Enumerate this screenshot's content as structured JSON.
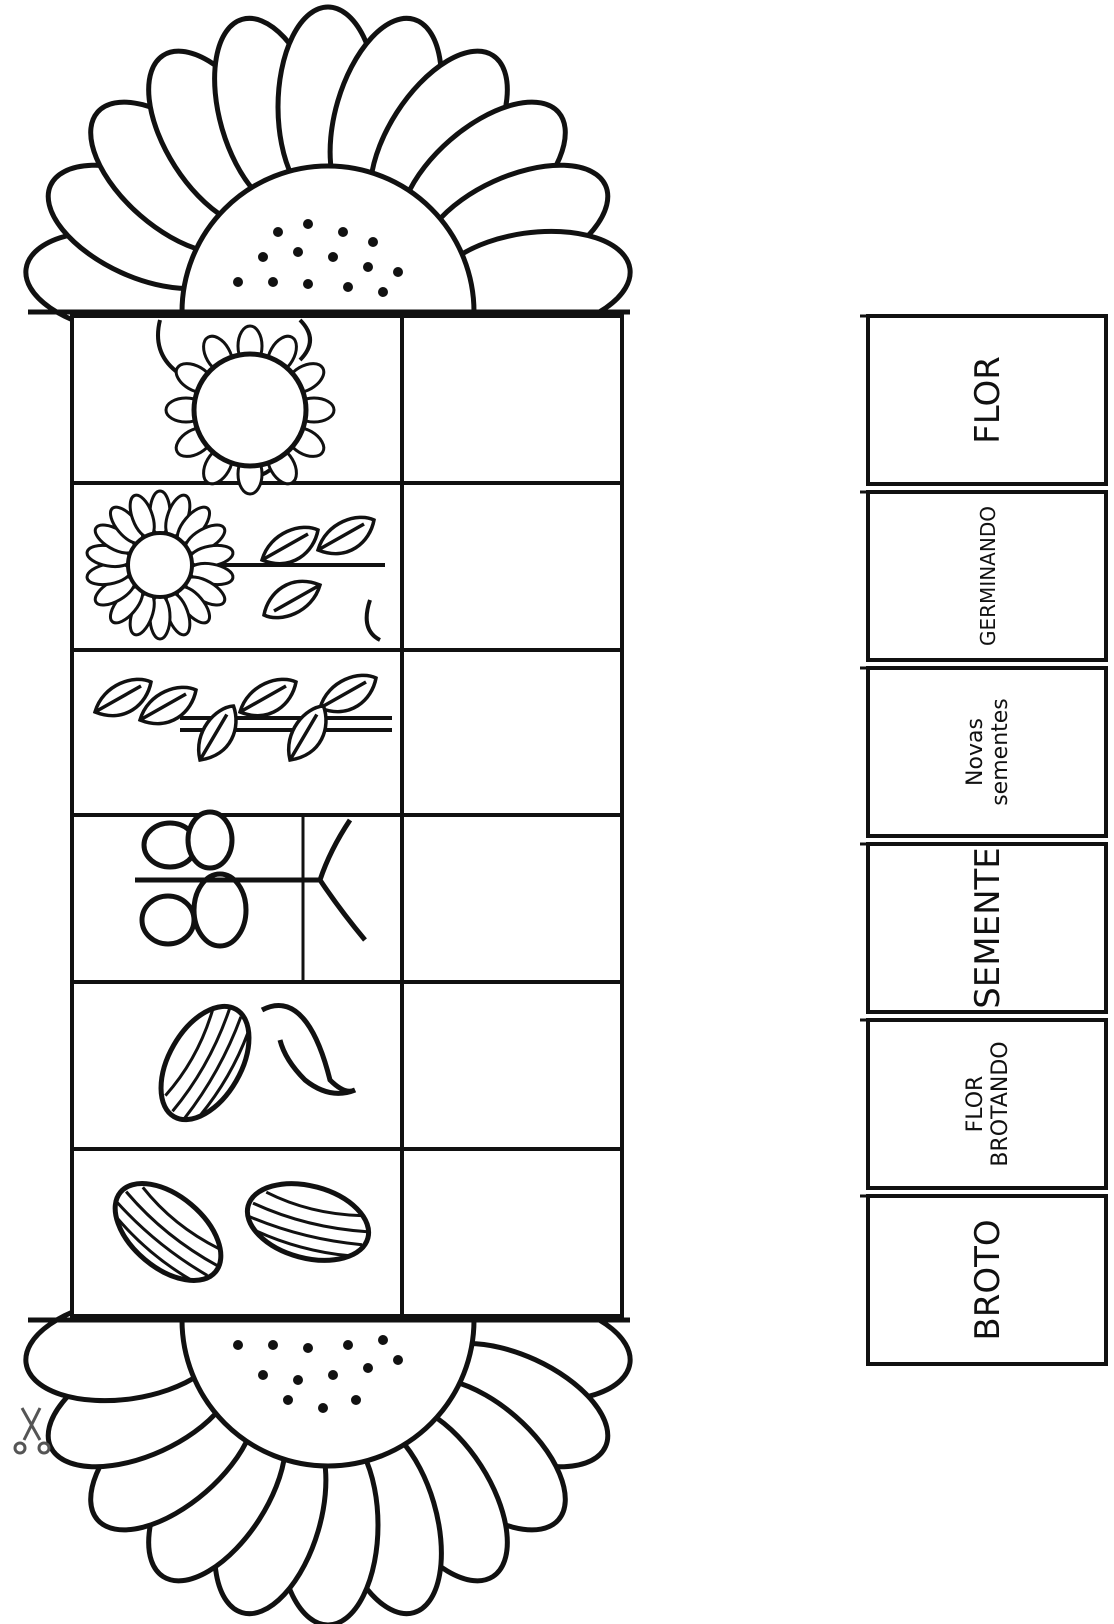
{
  "worksheet": {
    "cards": [
      {
        "lines": [
          "FLOR"
        ]
      },
      {
        "lines": [
          "GERMINANDO"
        ]
      },
      {
        "lines": [
          "Novas",
          "sementes"
        ]
      },
      {
        "lines": [
          "SEMENTE"
        ]
      },
      {
        "lines": [
          "FLOR",
          "BROTANDO"
        ]
      },
      {
        "lines": [
          "BROTO"
        ]
      }
    ],
    "stages_pictured_top_to_bottom": [
      "sunflower-head-bud-icon",
      "blooming-sunflower-icon",
      "leafy-stem-icon",
      "sprouting-seed-icon",
      "germinating-seed-icon",
      "seeds-icon"
    ],
    "colors": {
      "ink": "#111111",
      "paper": "#ffffff"
    }
  }
}
